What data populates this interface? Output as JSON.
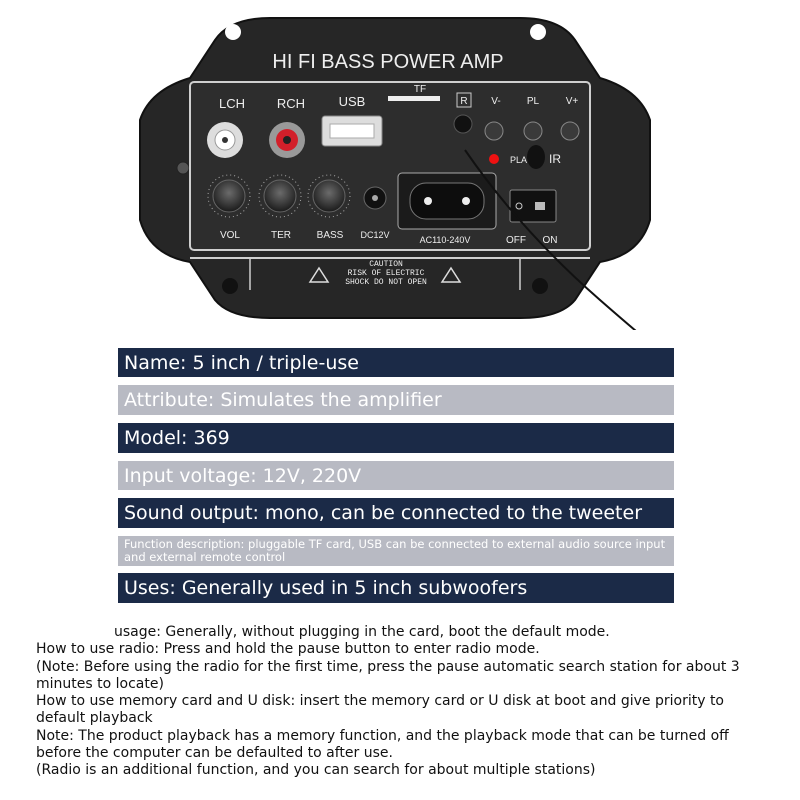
{
  "panel": {
    "title": "HI FI BASS POWER AMP",
    "labels": {
      "lch": "LCH",
      "rch": "RCH",
      "usb": "USB",
      "tf": "TF",
      "r": "R",
      "vminus": "V-",
      "pl": "PL",
      "vplus": "V+",
      "play": "PLA",
      "ir": "IR",
      "vol": "VOL",
      "ter": "TER",
      "bass": "BASS",
      "dc": "DC12V",
      "ac": "AC110-240V",
      "off": "OFF",
      "on": "ON",
      "caution1": "CAUTION",
      "caution2": "RISK OF ELECTRIC",
      "caution3": "SHOCK DO NOT OPEN"
    }
  },
  "specs": [
    {
      "text": "Name: 5 inch / triple-use",
      "style": "dark"
    },
    {
      "text": "Attribute: Simulates the amplifier",
      "style": "light"
    },
    {
      "text": "Model: 369",
      "style": "dark"
    },
    {
      "text": "Input voltage: 12V, 220V",
      "style": "light"
    },
    {
      "text": "Sound output: mono, can be connected to the tweeter",
      "style": "dark"
    },
    {
      "text": "Function description: pluggable TF card, USB can be connected to external audio source input and external remote control",
      "style": "light small"
    },
    {
      "text": "Uses: Generally used in 5 inch subwoofers",
      "style": "dark"
    }
  ],
  "notes": [
    "usage: Generally, without plugging in the card, boot the default mode.",
    "How to use radio: Press and hold the pause button to enter radio mode.",
    "(Note: Before using the radio for the first time, press the pause automatic search station for about 3 minutes to locate)",
    "How to use memory card and U disk: insert the memory card or U disk at boot and give priority to default playback",
    "Note: The product playback has a memory function, and the playback mode that can be turned off before the computer can be defaulted to after use.",
    "(Radio is an additional function, and you can search for about multiple stations)"
  ]
}
